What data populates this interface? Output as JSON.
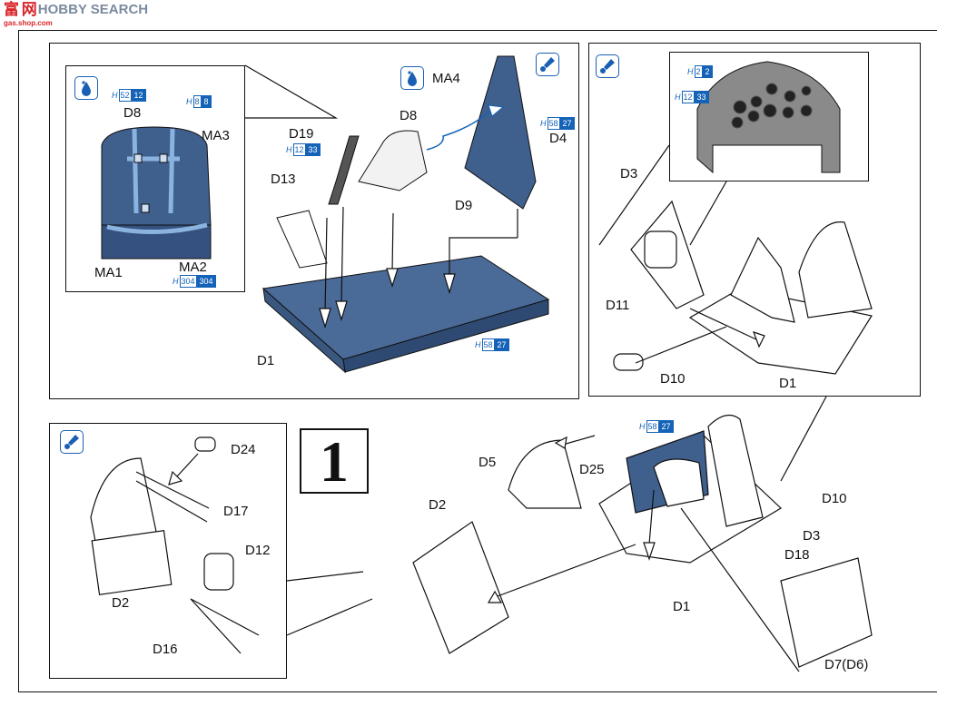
{
  "watermark": {
    "cn": "富 网",
    "en": "HOBBY SEARCH",
    "url": "gas.shop.com"
  },
  "step_number": "1",
  "colors": {
    "accent_blue": "#1463b8",
    "part_blue": "#3f5f8d",
    "strap_blue": "#8ab4df",
    "panel_gray": "#8a8a8a"
  },
  "paint_tags": [
    {
      "id": "t1",
      "prefix": "H",
      "a": "52",
      "b": "12"
    },
    {
      "id": "t2",
      "prefix": "H",
      "a": "8",
      "b": "8"
    },
    {
      "id": "t3",
      "prefix": "H",
      "a": "304",
      "b": "304"
    },
    {
      "id": "t4",
      "prefix": "H",
      "a": "12",
      "b": "33"
    },
    {
      "id": "t5",
      "prefix": "H",
      "a": "58",
      "b": "27"
    },
    {
      "id": "t6",
      "prefix": "H",
      "a": "58",
      "b": "27"
    },
    {
      "id": "t7",
      "prefix": "H",
      "a": "2",
      "b": "2"
    },
    {
      "id": "t8",
      "prefix": "H",
      "a": "12",
      "b": "33"
    },
    {
      "id": "t9",
      "prefix": "H",
      "a": "58",
      "b": "27"
    }
  ],
  "labels": {
    "seat_inset": {
      "d8": "D8",
      "ma3": "MA3",
      "ma1": "MA1",
      "ma2": "MA2"
    },
    "top_center": {
      "ma4": "MA4",
      "d8": "D8",
      "d19": "D19",
      "d4": "D4",
      "d13": "D13",
      "d9": "D9",
      "d1": "D1"
    },
    "top_right": {
      "d3": "D3",
      "d11": "D11",
      "d10": "D10",
      "d1": "D1"
    },
    "bottom_left": {
      "d24": "D24",
      "d17": "D17",
      "d12": "D12",
      "d2": "D2",
      "d16": "D16"
    },
    "bottom_main": {
      "d5": "D5",
      "d25": "D25",
      "d2": "D2",
      "d10": "D10",
      "d3": "D3",
      "d18": "D18",
      "d1": "D1",
      "d7": "D7(D6)"
    }
  }
}
